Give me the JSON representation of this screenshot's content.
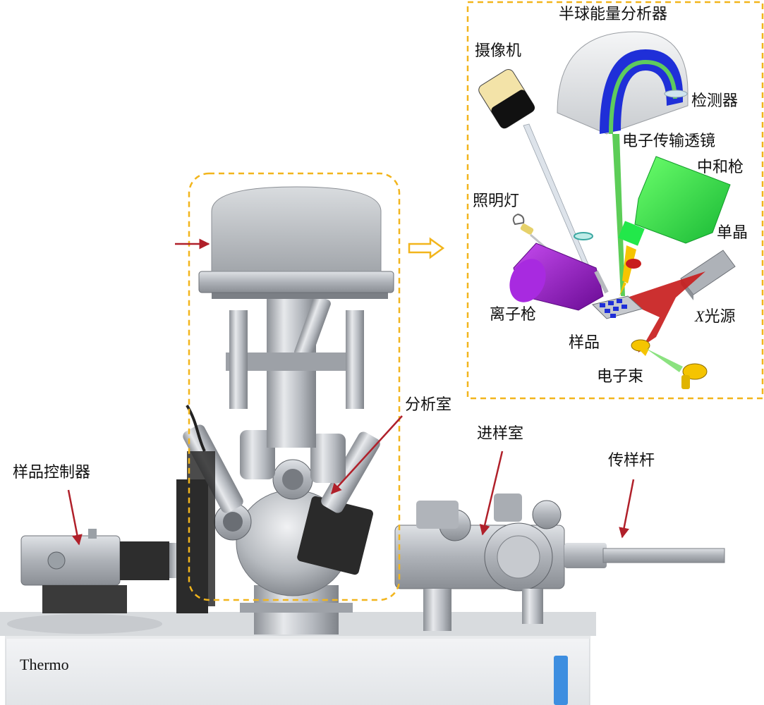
{
  "brand": "Thermo",
  "labels": {
    "sample_controller": "样品控制器",
    "analysis_chamber": "分析室",
    "load_lock": "进样室",
    "transfer_rod": "传样杆",
    "hemispherical_analyzer": "半球能量分析器",
    "camera": "摄像机",
    "detector": "检测器",
    "transfer_lens": "电子传输透镜",
    "neutralizer": "中和枪",
    "illumination": "照明灯",
    "monochromator": "单晶",
    "ion_gun": "离子枪",
    "xray_source_x": "X",
    "xray_source_rest": "光源",
    "sample": "样品",
    "electron_beam": "电子束"
  },
  "colors": {
    "callout_border": "#f2b51c",
    "arrow_red": "#b0202a",
    "analyzer_blue": "#1f2fd8",
    "lens_green": "#3fc43a",
    "neutralizer_green": "#22e84a",
    "ion_gun_purple": "#9a14c8",
    "xray_red": "#c81e1e",
    "beam_yellow": "#f5c400",
    "steel": "#b9bdc2",
    "dark_box": "#2a2a2a"
  }
}
